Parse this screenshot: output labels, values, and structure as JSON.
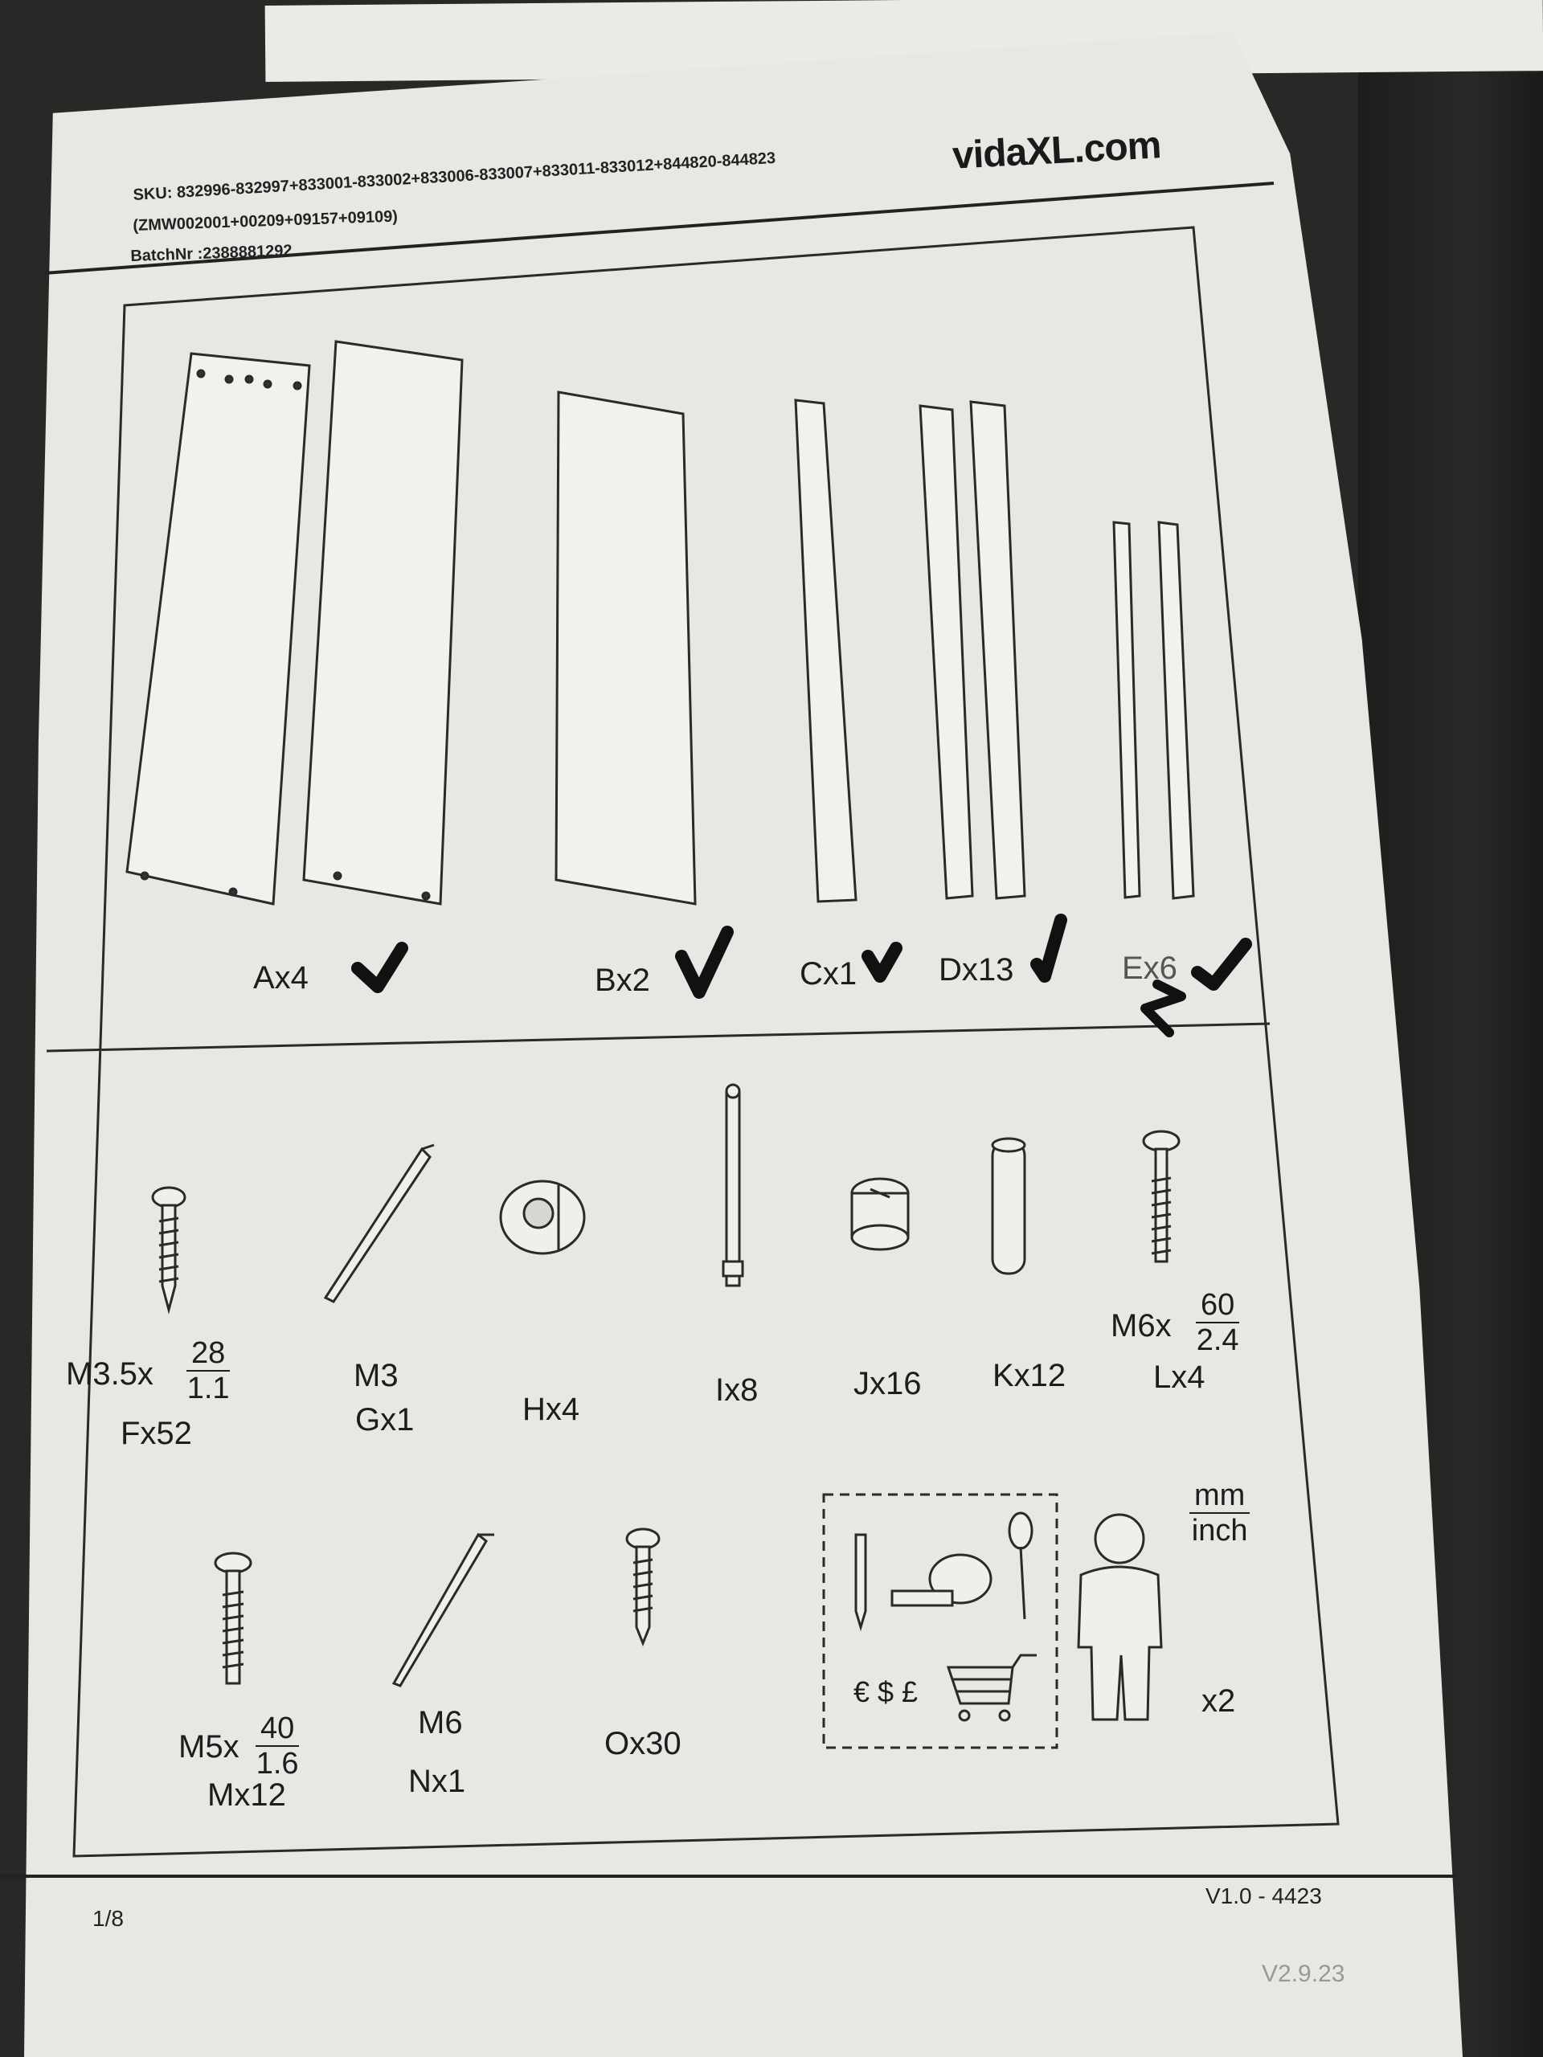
{
  "header": {
    "sku": "SKU: 832996-832997+833001-833002+833006-833007+833011-833012+844820-844823",
    "model": "(ZMW002001+00209+09157+09109)",
    "batch": "BatchNr :2388881292",
    "logo": "vidaXL.com"
  },
  "panels": [
    {
      "id": "A",
      "label": "Ax4",
      "checked": true
    },
    {
      "id": "B",
      "label": "Bx2",
      "checked": true
    },
    {
      "id": "C",
      "label": "Cx1",
      "checked": true
    },
    {
      "id": "D",
      "label": "Dx13",
      "checked": true
    },
    {
      "id": "E",
      "label": "Ex6",
      "checked": true
    }
  ],
  "hardware": {
    "F": {
      "spec": "M3.5x",
      "num": "28",
      "den": "1.1",
      "qty": "Fx52",
      "icon": "screw-icon"
    },
    "G": {
      "spec": "M3",
      "qty": "Gx1",
      "icon": "allen-key-icon"
    },
    "H": {
      "qty": "Hx4",
      "icon": "barrel-nut-icon"
    },
    "I": {
      "qty": "Ix8",
      "icon": "connecting-bolt-icon"
    },
    "J": {
      "qty": "Jx16",
      "icon": "cam-lock-icon"
    },
    "K": {
      "qty": "Kx12",
      "icon": "wooden-dowel-icon"
    },
    "L": {
      "spec": "M6x",
      "num": "60",
      "den": "2.4",
      "qty": "Lx4",
      "icon": "bolt-icon"
    },
    "M": {
      "spec": "M5x",
      "num": "40",
      "den": "1.6",
      "qty": "Mx12",
      "icon": "bolt-icon"
    },
    "N": {
      "spec": "M6",
      "qty": "Nx1",
      "icon": "allen-key-icon"
    },
    "O": {
      "qty": "Ox30",
      "icon": "screw-icon"
    }
  },
  "tools": {
    "currency": "€ $ £",
    "icons": [
      "pencil-icon",
      "tape-measure-icon",
      "screwdriver-icon",
      "shopping-cart-icon"
    ]
  },
  "people": {
    "count": "x2",
    "icon": "person-icon"
  },
  "units": {
    "top": "mm",
    "bottom": "inch"
  },
  "footer": {
    "page": "1/8",
    "version": "V1.0 -  4423",
    "print_version": "V2.9.23"
  }
}
